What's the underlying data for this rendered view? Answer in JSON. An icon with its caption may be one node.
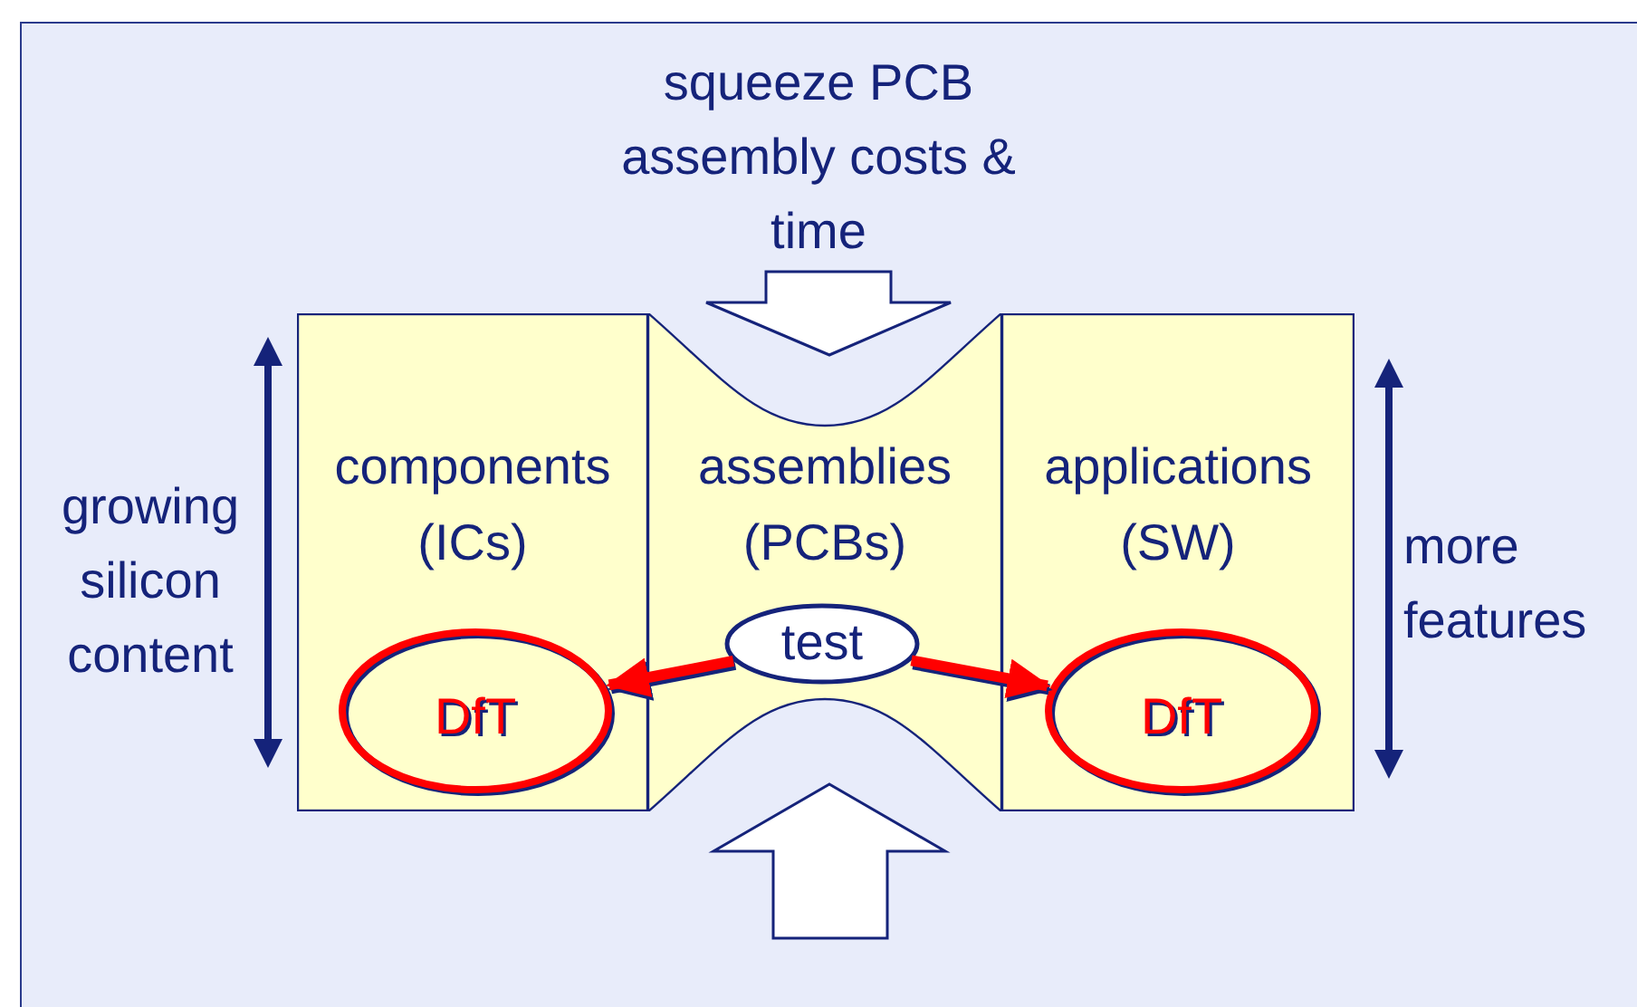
{
  "diagram": {
    "nodes": [
      {
        "text": [
          "components (ICs)"
        ]
      },
      {
        "text": [
          "assemblies (PCBs)"
        ]
      },
      {
        "text": [
          "applications (SW)"
        ]
      },
      {
        "text": [
          "DfT"
        ],
        "in": 0
      },
      {
        "text": [
          "test"
        ],
        "in": 1
      },
      {
        "text": [
          "DfT"
        ],
        "in": 2
      }
    ],
    "edges": [
      {
        "from": 4,
        "to": 3,
        "arrow": "to"
      },
      {
        "from": 4,
        "to": 5,
        "arrow": "to"
      }
    ],
    "labels": [
      "squeeze PCB assembly costs & time",
      "growing silicon content",
      "more features"
    ]
  }
}
